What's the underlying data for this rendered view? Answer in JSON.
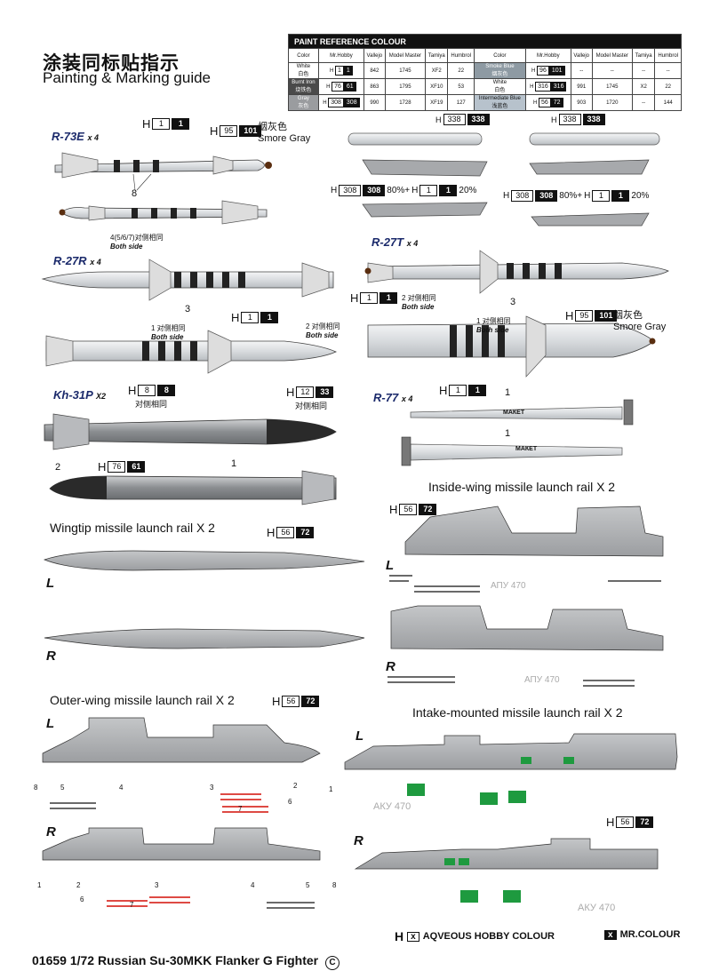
{
  "header": {
    "title_cn": "涂装同标贴指示",
    "title_en": "Painting & Marking guide"
  },
  "paint_table": {
    "title": "PAINT  REFERENCE COLOUR",
    "columns": [
      "Color",
      "Mr.Hobby",
      "Vallejo",
      "Model Master",
      "Tamiya",
      "Humbrol",
      "Color",
      "Mr.Hobby",
      "Vallejo",
      "Model Master",
      "Tamiya",
      "Humbrol"
    ],
    "rows": [
      {
        "color_en": "White",
        "color_cn": "白色",
        "mr_w": "1",
        "mr_b": "1",
        "vallejo": "842",
        "mm": "1745",
        "tamiya": "XF2",
        "humbrol": "22",
        "color2_en": "Smoke Blue",
        "color2_cn": "烟灰色",
        "mr2_w": "96",
        "mr2_b": "101",
        "vallejo2": "--",
        "mm2": "--",
        "tamiya2": "--",
        "humbrol2": "--"
      },
      {
        "color_en": "Burnt Iron",
        "color_cn": "烧铁色",
        "mr_w": "76",
        "mr_b": "61",
        "vallejo": "863",
        "mm": "1795",
        "tamiya": "XF10",
        "humbrol": "53",
        "color2_en": "White",
        "color2_cn": "白色",
        "mr2_w": "316",
        "mr2_b": "316",
        "vallejo2": "991",
        "mm2": "1745",
        "tamiya2": "X2",
        "humbrol2": "22"
      },
      {
        "color_en": "Gray",
        "color_cn": "灰色",
        "mr_w": "308",
        "mr_b": "308",
        "vallejo": "990",
        "mm": "1728",
        "tamiya": "XF19",
        "humbrol": "127",
        "color2_en": "Intermediate Blue",
        "color2_cn": "浅蓝色",
        "mr2_w": "56",
        "mr2_b": "72",
        "vallejo2": "903",
        "mm2": "1720",
        "tamiya2": "--",
        "humbrol2": "144"
      }
    ]
  },
  "labels": {
    "h": "H",
    "r73e": "R-73E",
    "x4": "x 4",
    "r27r": "R-27R",
    "r27t": "R-27T",
    "kh31p": "Kh-31P",
    "x2": "X2",
    "r77": "R-77",
    "smore_cn": "烟灰色",
    "smore_en": "Smore Gray",
    "c1_w": "1",
    "c1_b": "1",
    "c95_w": "95",
    "c95_b": "101",
    "c338_w": "338",
    "c338_b": "338",
    "c308_w": "308",
    "c308_b": "308",
    "pct80": "80%+",
    "pct20": "20%",
    "c8_w": "8",
    "c8_b": "8",
    "c12_w": "12",
    "c12_b": "33",
    "c76_w": "76",
    "c76_b": "61",
    "c56_w": "56",
    "c56_b": "72",
    "both_cn": "对侧相同",
    "both_en": "Both side",
    "r73_note": "4(5/6/7)对侧相同",
    "n1": "1",
    "n2": "2",
    "n3": "3",
    "n4": "4",
    "n5": "5",
    "n6": "6",
    "n7": "7",
    "n8": "8",
    "n2both": "2 对侧相同",
    "n1both": "1 对侧相同",
    "wingtip": "Wingtip missile launch rail  X  2",
    "inside": "Inside-wing missile launch rail  X  2",
    "outer": "Outer-wing missile launch rail  X  2",
    "intake": "Intake-mounted missile launch rail  X  2",
    "L": "L",
    "R": "R",
    "apu1": "АПУ 470",
    "apu2": "АПУ 470",
    "aku1": "АКУ 470",
    "aku2": "АКУ 470",
    "maket": "МАКЕТ"
  },
  "legend": {
    "aq_box": "x",
    "aq_label": "AQVEOUS HOBBY COLOUR",
    "mr_box": "x",
    "mr_label": "MR.COLOUR"
  },
  "footer": {
    "text": "01659 1/72 Russian Su-30MKK Flanker G Fighter",
    "copyright": "C"
  },
  "colors": {
    "missile_light": "#e6e8ea",
    "rail_gray": "#a9abae",
    "dark_band": "#222222",
    "kh_dark": "#555555",
    "red_decal": "#d9302a",
    "green_decal": "#1e9a3f",
    "navy": "#1b2a6b"
  }
}
